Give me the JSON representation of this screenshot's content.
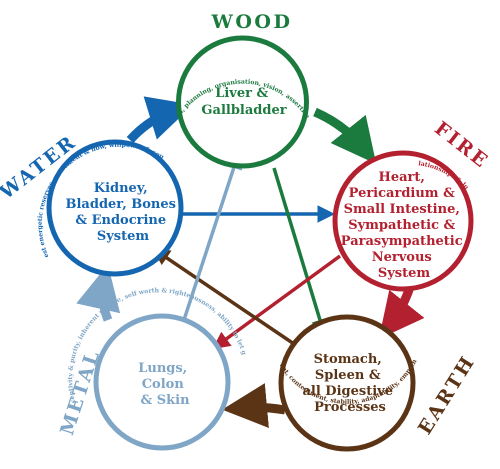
{
  "colors": {
    "wood": "#1b7a3e",
    "fire": "#b3202f",
    "earth": "#5b3416",
    "metal": "#7fa6c6",
    "water": "#1566b0"
  },
  "elements": {
    "wood": {
      "title": "WOOD",
      "organs": [
        "Liver &",
        "Gallbladder"
      ],
      "qualities": "flexibility & growth, planning, organisation, vision, assertiveness, frustration"
    },
    "fire": {
      "title": "FIRE",
      "organs": [
        "Heart,",
        "Pericardium &",
        "Small Intestine,",
        "Sympathetic &",
        "Parasympathetic",
        "Nervous",
        "System"
      ],
      "qualities": "relationships & love"
    },
    "earth": {
      "title": "EARTH",
      "organs": [
        "Stomach,",
        "Spleen &",
        "all Digestive",
        "Processes"
      ],
      "qualities": "nourishment, contentment, stability, adaptability, empathy & care"
    },
    "metal": {
      "title": "METAL",
      "organs": [
        "Lungs,",
        "Colon",
        "& Skin"
      ],
      "qualities": "receptivity & purity, inherent resolve, self worth & righteousness, ability to let go"
    },
    "water": {
      "title": "WATER",
      "organs": [
        "Kidney,",
        "Bladder, Bones",
        "& Endocrine",
        "System"
      ],
      "qualities": "deepest energetic reserves, movement & flow, willpower & courage"
    }
  }
}
